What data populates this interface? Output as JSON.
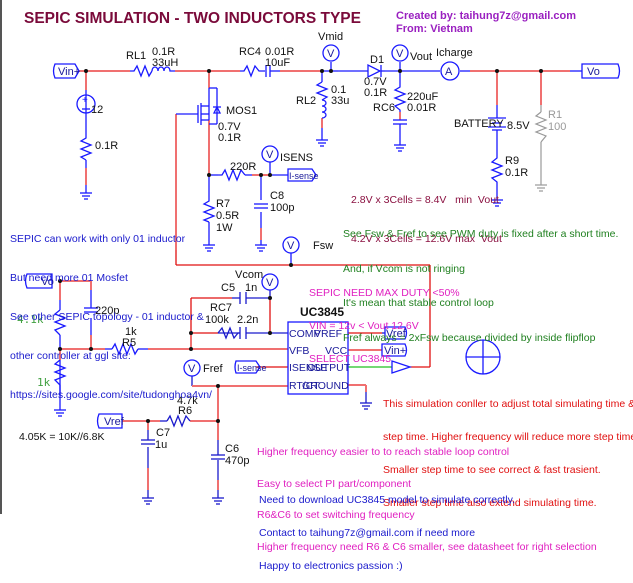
{
  "title": "SEPIC SIMULATION - TWO INDUCTORS TYPE",
  "credits": [
    "Created by: taihung7z@gmail.com",
    "From: Vietnam"
  ],
  "colors": {
    "title": "#7a0a3a",
    "credits": "#9a20c0",
    "wire": "#f07070",
    "component": "#1a1aff",
    "note_red": "#e01010",
    "note_pink": "#e020c0",
    "note_green": "#208020",
    "note_blue": "#1a1acc",
    "note_maroon": "#8a1040",
    "label_green": "#40a040"
  },
  "ports": {
    "vin": "Vin+",
    "vo": "Vo",
    "vc": "Vo",
    "vref": "Vref",
    "isense": "I-sense",
    "vref_out": "Vref",
    "vin_out": "Vin+",
    "isense_in": "I-sense"
  },
  "components": {
    "source": {
      "value": "12"
    },
    "r_src": {
      "value": "0.1R"
    },
    "rl1": {
      "name": "RL1",
      "value1": "0.1R",
      "value2": "33uH"
    },
    "rc4": {
      "name": "RC4",
      "value1": "0.01R",
      "value2": "10uF"
    },
    "rl2": {
      "name": "RL2",
      "value1": "0.1",
      "value2": "33u"
    },
    "d1": {
      "name": "D1",
      "value1": "0.7V",
      "value2": "0.1R"
    },
    "rc6": {
      "name": "RC6",
      "value1": "220uF",
      "value2": "0.01R"
    },
    "mos1": {
      "name": "MOS1",
      "value1": "0.7V",
      "value2": "0.1R"
    },
    "r220": {
      "value": "220R"
    },
    "r7": {
      "name": "R7",
      "value1": "0.5R",
      "value2": "1W"
    },
    "c8": {
      "name": "C8",
      "value": "100p"
    },
    "battery": {
      "name": "BATTERY",
      "value": "8.5V"
    },
    "r9": {
      "name": "R9",
      "value": "0.1R"
    },
    "r1": {
      "name": "R1",
      "value": "100"
    },
    "c5": {
      "name": "C5",
      "value": "1n"
    },
    "rc7": {
      "name": "RC7",
      "value1": "100k",
      "value2": "2.2n"
    },
    "r5": {
      "name": "R5",
      "value": "1k"
    },
    "c220p": {
      "value": "220p"
    },
    "r_top": {
      "value": "4.1k"
    },
    "r_bot": {
      "value": "1k"
    },
    "r6": {
      "name": "R6",
      "value": "4.7k"
    },
    "c7": {
      "name": "C7",
      "value": "1u"
    },
    "c6": {
      "name": "C6",
      "value": "470p"
    },
    "ic": {
      "name": "UC3845",
      "pins_left": [
        "COMP",
        "VFB",
        "ISENSE",
        "RT/CT"
      ],
      "pins_right": [
        "VREF",
        "VCC",
        "OUTPUT",
        "GROUND"
      ]
    }
  },
  "probes": {
    "vmid": "Vmid",
    "vout": "Vout",
    "icharge": "Icharge",
    "isens": "ISENS",
    "fsw": "Fsw",
    "vcom": "Vcom",
    "fref": "Fref",
    "v": "V",
    "a": "A"
  },
  "notes": {
    "battery_calc": [
      "2.8V x 3Cells = 8.4V   min  Vout",
      "4.2V x 3Cells = 12.6V max  Vout"
    ],
    "sepic_info": [
      "SEPIC can work with only 01 inductor",
      "But need more 01 Mosfet",
      "See other SEPIC topology - 01 inductor &",
      "other controller at ggl site:",
      "https://sites.google.com/site/tudonghoa4vn/"
    ],
    "pwm_info": [
      "See Fsw & Fref to see PWM duty is fixed after a short time.",
      "And, if Vcom is not ringing",
      "It's mean that stable control loop",
      "Fref always = 2xFsw because divided by inside flipflop"
    ],
    "duty_info": [
      "SEPIC NEED MAX DUTY <50%",
      "VIN = 12v < Vout 12.6V",
      "SELECT UC3845"
    ],
    "sim_info": [
      "This simulation conller to adjust total simulating time &",
      "step time. Higher frequency will reduce more step time.",
      "Smaller step time to see correct & fast trasient.",
      "Smaller step time also extend simulating time."
    ],
    "freq_info": [
      "Higher frequency easier to to reach stable loop control",
      "Easy to select PI part/component",
      "R6&C6 to set switching frequency",
      "Higher frequency need R6 & C6 smaller, see datasheet for right selection"
    ],
    "contact_info": [
      "Need to download UC3845 model to simulate correctly.",
      "Contact to taihung7z@gmail.com if need more",
      "Happy to electronics passion :)"
    ],
    "divider_calc": "4.05K = 10K//6.8K"
  }
}
